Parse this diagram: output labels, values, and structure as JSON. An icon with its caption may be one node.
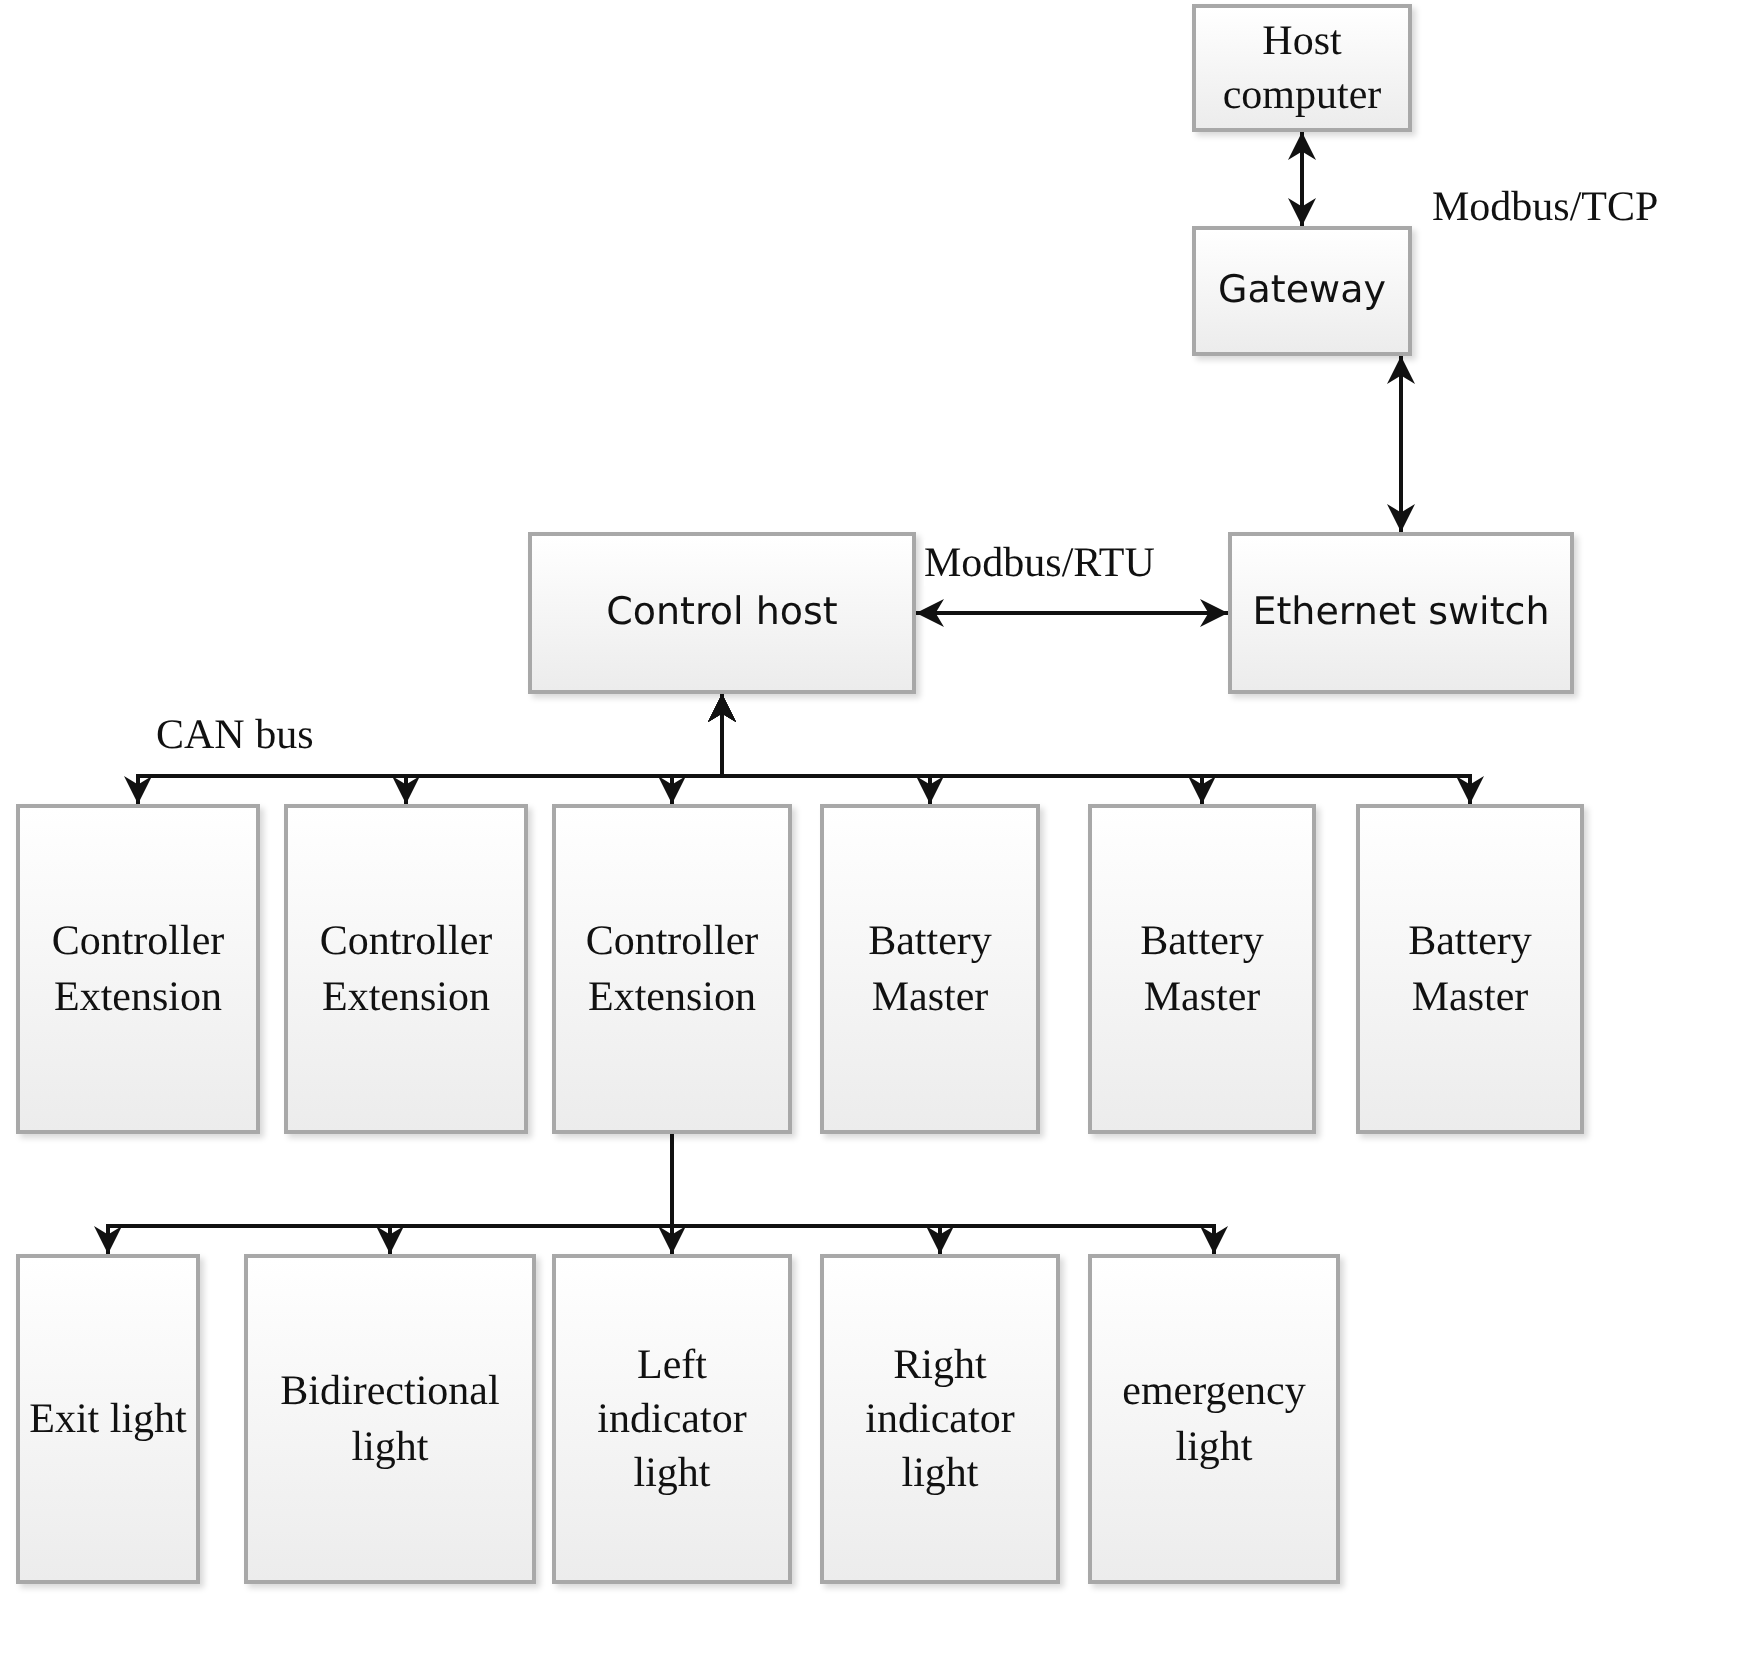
{
  "diagram": {
    "nodes": [
      {
        "text": [
          "Host computer"
        ]
      },
      {
        "text": [
          "Gateway"
        ]
      },
      {
        "text": [
          "Control host"
        ]
      },
      {
        "text": [
          "Ethernet switch"
        ]
      },
      {
        "text": [
          "Controller Extension"
        ]
      },
      {
        "text": [
          "Controller Extension"
        ]
      },
      {
        "text": [
          "Controller Extension"
        ]
      },
      {
        "text": [
          "Battery Master"
        ]
      },
      {
        "text": [
          "Battery Master"
        ]
      },
      {
        "text": [
          "Battery Master"
        ]
      },
      {
        "text": [
          "Exit light"
        ]
      },
      {
        "text": [
          "Bidirectional light"
        ]
      },
      {
        "text": [
          "Left indicator light"
        ]
      },
      {
        "text": [
          "Right indicator light"
        ]
      },
      {
        "text": [
          "emergency light"
        ]
      }
    ],
    "edges": [
      {
        "from": 0,
        "to": 1,
        "arrow": "both",
        "label": "Modbus/TCP"
      },
      {
        "from": 1,
        "to": 3,
        "arrow": "both"
      },
      {
        "from": 2,
        "to": 3,
        "arrow": "both",
        "label": "Modbus/RTU"
      },
      {
        "from": 2,
        "to": 4,
        "arrow": "both"
      },
      {
        "from": 2,
        "to": 5,
        "arrow": "both"
      },
      {
        "from": 2,
        "to": 6,
        "arrow": "both"
      },
      {
        "from": 2,
        "to": 7,
        "arrow": "both"
      },
      {
        "from": 2,
        "to": 8,
        "arrow": "both"
      },
      {
        "from": 2,
        "to": 9,
        "arrow": "both"
      },
      {
        "from": 6,
        "to": 10,
        "arrow": "to"
      },
      {
        "from": 6,
        "to": 11,
        "arrow": "to"
      },
      {
        "from": 6,
        "to": 12,
        "arrow": "to"
      },
      {
        "from": 6,
        "to": 13,
        "arrow": "to"
      },
      {
        "from": 6,
        "to": 14,
        "arrow": "to"
      }
    ],
    "labels": [
      "CAN bus"
    ]
  }
}
